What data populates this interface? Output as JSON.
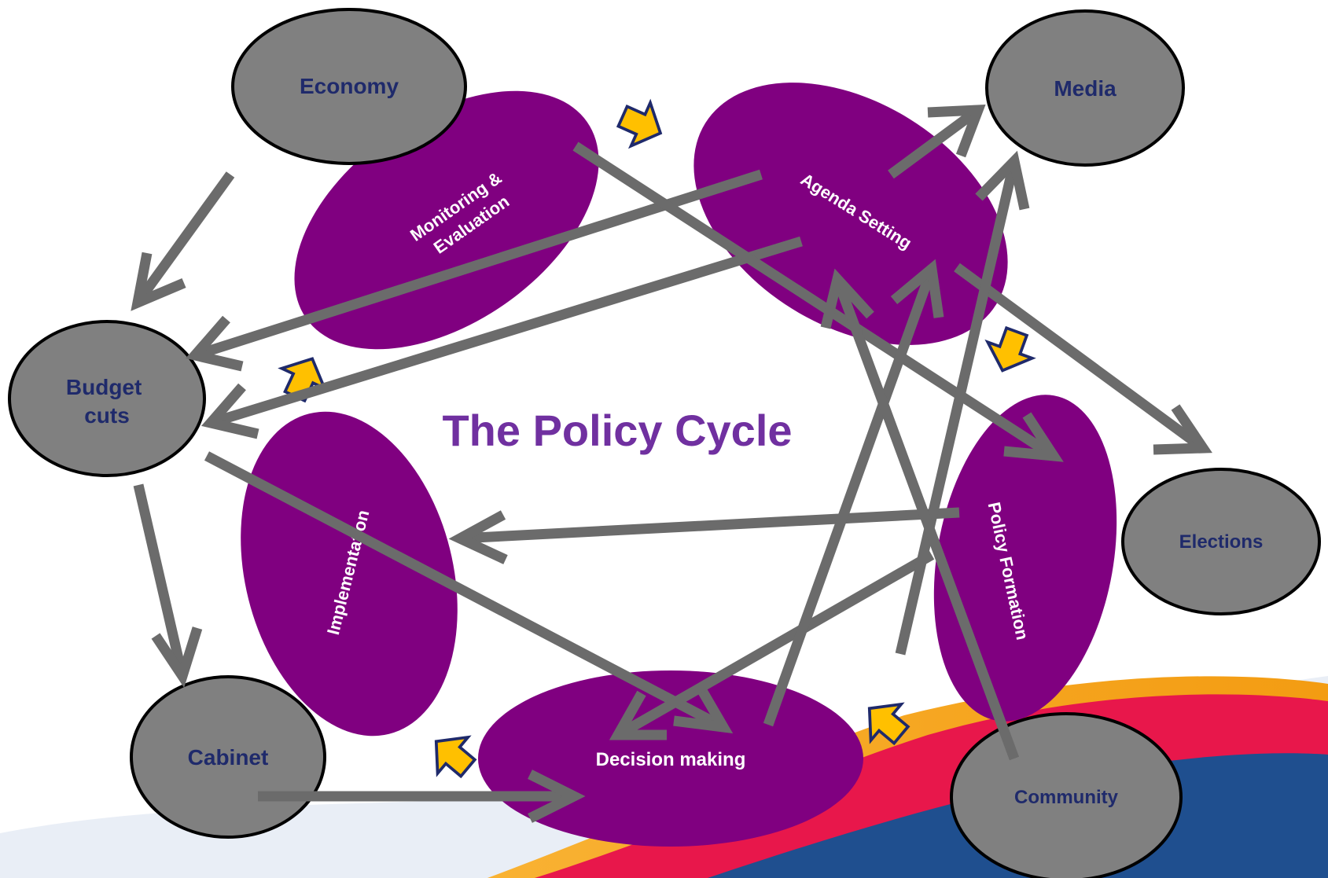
{
  "title": "The Policy Cycle",
  "colors": {
    "cycle_stage": "#800080",
    "stage_text": "#ffffff",
    "influence_node": "#808080",
    "influence_text": "#1f2a6b",
    "title": "#7030a0",
    "connector_arrow": "#6b6b6b",
    "cycle_arrow": "#ffc000",
    "cycle_arrow_outline": "#1f2a6b"
  },
  "cycle_stages": [
    {
      "id": "monitoring",
      "label_lines": [
        "Monitoring &",
        "Evaluation"
      ]
    },
    {
      "id": "agenda",
      "label_lines": [
        "Agenda Setting"
      ]
    },
    {
      "id": "policy-formation",
      "label_lines": [
        "Policy Formation"
      ]
    },
    {
      "id": "decision",
      "label_lines": [
        "Decision making"
      ]
    },
    {
      "id": "implementation",
      "label_lines": [
        "Implementation"
      ]
    }
  ],
  "influences": [
    {
      "id": "economy",
      "label_lines": [
        "Economy"
      ]
    },
    {
      "id": "media",
      "label_lines": [
        "Media"
      ]
    },
    {
      "id": "budget-cuts",
      "label_lines": [
        "Budget",
        "cuts"
      ]
    },
    {
      "id": "elections",
      "label_lines": [
        "Elections"
      ]
    },
    {
      "id": "cabinet",
      "label_lines": [
        "Cabinet"
      ]
    },
    {
      "id": "community",
      "label_lines": [
        "Community"
      ]
    }
  ]
}
